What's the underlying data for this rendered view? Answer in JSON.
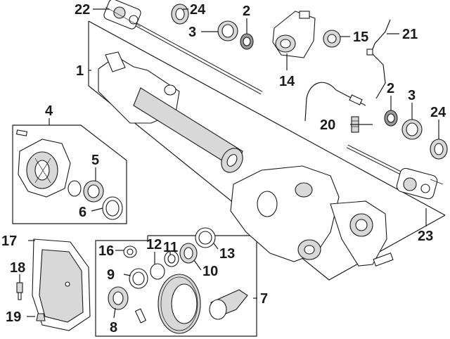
{
  "diagram": {
    "callouts": [
      {
        "id": "c22",
        "label": "22"
      },
      {
        "id": "c24a",
        "label": "24"
      },
      {
        "id": "c2a",
        "label": "2"
      },
      {
        "id": "c3a",
        "label": "3"
      },
      {
        "id": "c14",
        "label": "14"
      },
      {
        "id": "c15",
        "label": "15"
      },
      {
        "id": "c21",
        "label": "21"
      },
      {
        "id": "c1",
        "label": "1"
      },
      {
        "id": "c4",
        "label": "4"
      },
      {
        "id": "c5",
        "label": "5"
      },
      {
        "id": "c6",
        "label": "6"
      },
      {
        "id": "c2b",
        "label": "2"
      },
      {
        "id": "c3b",
        "label": "3"
      },
      {
        "id": "c24b",
        "label": "24"
      },
      {
        "id": "c20",
        "label": "20"
      },
      {
        "id": "c23",
        "label": "23"
      },
      {
        "id": "c17",
        "label": "17"
      },
      {
        "id": "c18",
        "label": "18"
      },
      {
        "id": "c19",
        "label": "19"
      },
      {
        "id": "c16",
        "label": "16"
      },
      {
        "id": "c12",
        "label": "12"
      },
      {
        "id": "c11",
        "label": "11"
      },
      {
        "id": "c13",
        "label": "13"
      },
      {
        "id": "c9",
        "label": "9"
      },
      {
        "id": "c10",
        "label": "10"
      },
      {
        "id": "c8",
        "label": "8"
      },
      {
        "id": "c7",
        "label": "7"
      }
    ]
  }
}
